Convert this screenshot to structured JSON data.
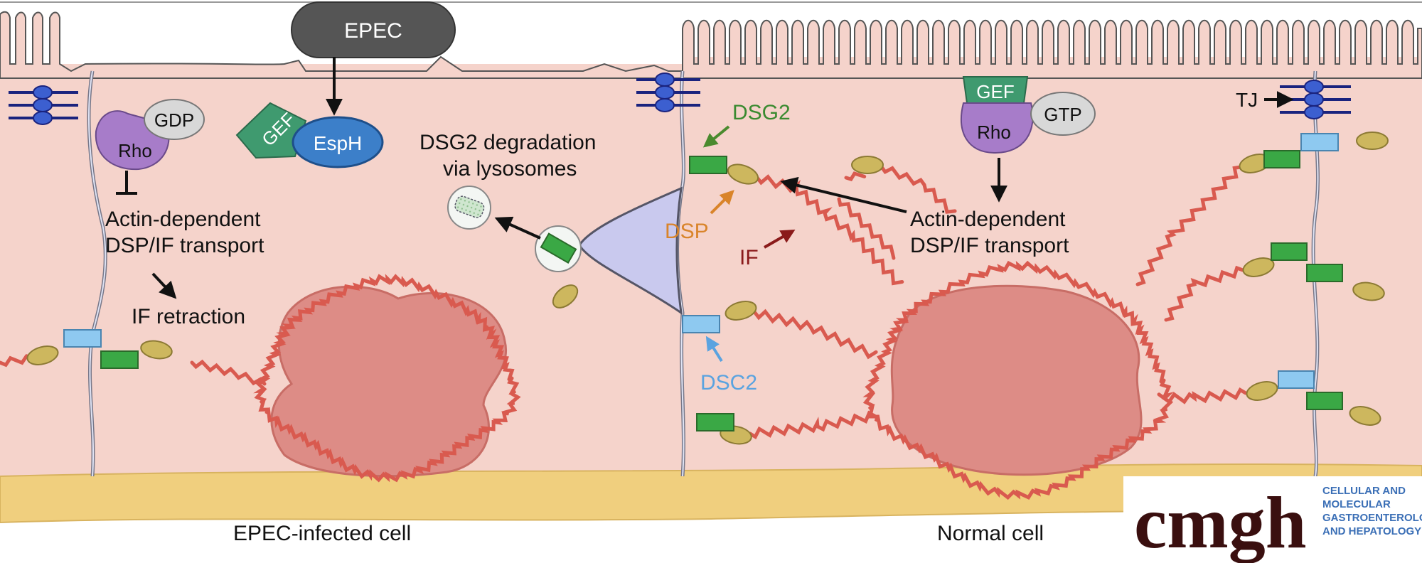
{
  "labels": {
    "epec": "EPEC",
    "gef_left": "GEF",
    "esph": "EspH",
    "gdp": "GDP",
    "rho_left": "Rho",
    "actin_left_1": "Actin-dependent",
    "actin_left_2": "DSP/IF transport",
    "if_retraction": "IF retraction",
    "dsg2_deg_1": "DSG2 degradation",
    "dsg2_deg_2": "via lysosomes",
    "dsg2": "DSG2",
    "dsp": "DSP",
    "if": "IF",
    "dsc2": "DSC2",
    "gef_right": "GEF",
    "rho_right": "Rho",
    "gtp": "GTP",
    "actin_right_1": "Actin-dependent",
    "actin_right_2": "DSP/IF transport",
    "tj": "TJ",
    "left_caption": "EPEC-infected cell",
    "right_caption": "Normal cell"
  },
  "logo": {
    "main": "cmgh",
    "sub_lines": [
      "CELLULAR AND",
      "MOLECULAR",
      "GASTROENTEROLOGY",
      "AND HEPATOLOGY"
    ]
  },
  "colors": {
    "cytoplasm": "#f5d3cb",
    "nucleus": "#dd8c86",
    "filament": "#d95a4f",
    "dsg2": "#3aa845",
    "dsc2": "#8ec9f0",
    "dsp": "#cdb75e",
    "gef": "#3f9a6f",
    "esph": "#3c7fc9",
    "rho": "#a77cc9",
    "membrane_blob": "#c9c9ee",
    "basement": "#f0cf7e",
    "epec": "#555555",
    "dsg2_label": "#3a8a30",
    "dsp_label": "#d9842a",
    "if_label": "#8a1a1a",
    "dsc2_label": "#5aa3e0"
  }
}
